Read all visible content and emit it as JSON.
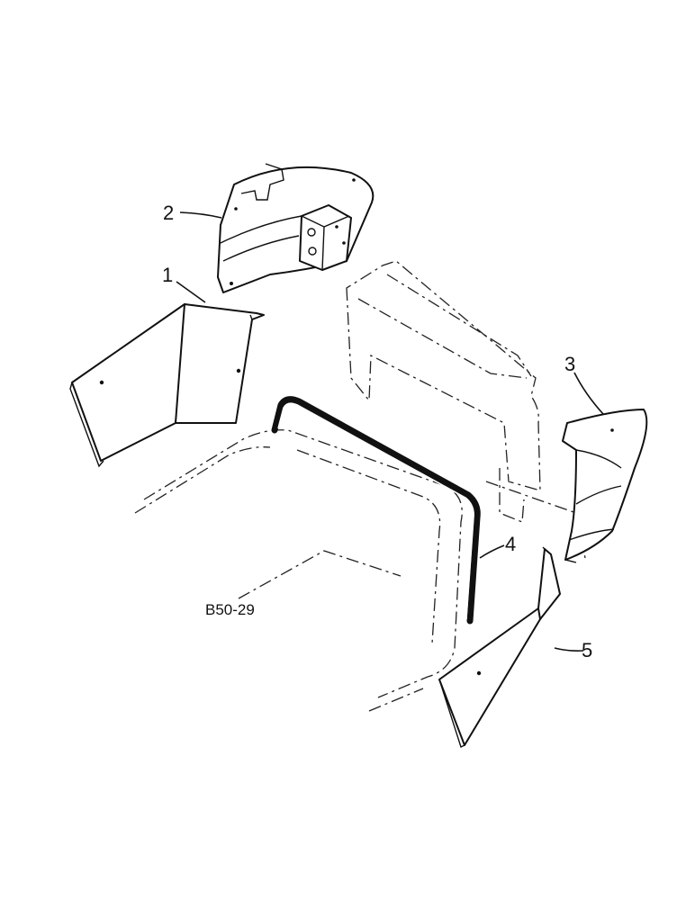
{
  "figure_code": "B50-29",
  "callouts": {
    "c1": "1",
    "c2": "2",
    "c3": "3",
    "c4": "4",
    "c5": "5"
  }
}
